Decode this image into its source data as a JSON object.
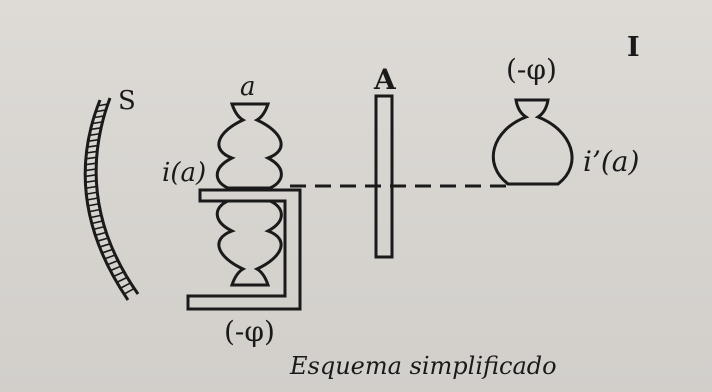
{
  "labels": {
    "roman_numeral": "I",
    "mirror": "S",
    "object": "a",
    "plate": "A",
    "top_phase": "(-φ)",
    "object_image_prefix": "i",
    "object_image_arg": "(a)",
    "virtual_image_prefix": "i’",
    "virtual_image_arg": "(a)",
    "bottom_phase": "(-φ)"
  },
  "caption": "Esquema simplificado",
  "colors": {
    "paper": "#d9d6d2",
    "ink": "#1a1a1a"
  }
}
